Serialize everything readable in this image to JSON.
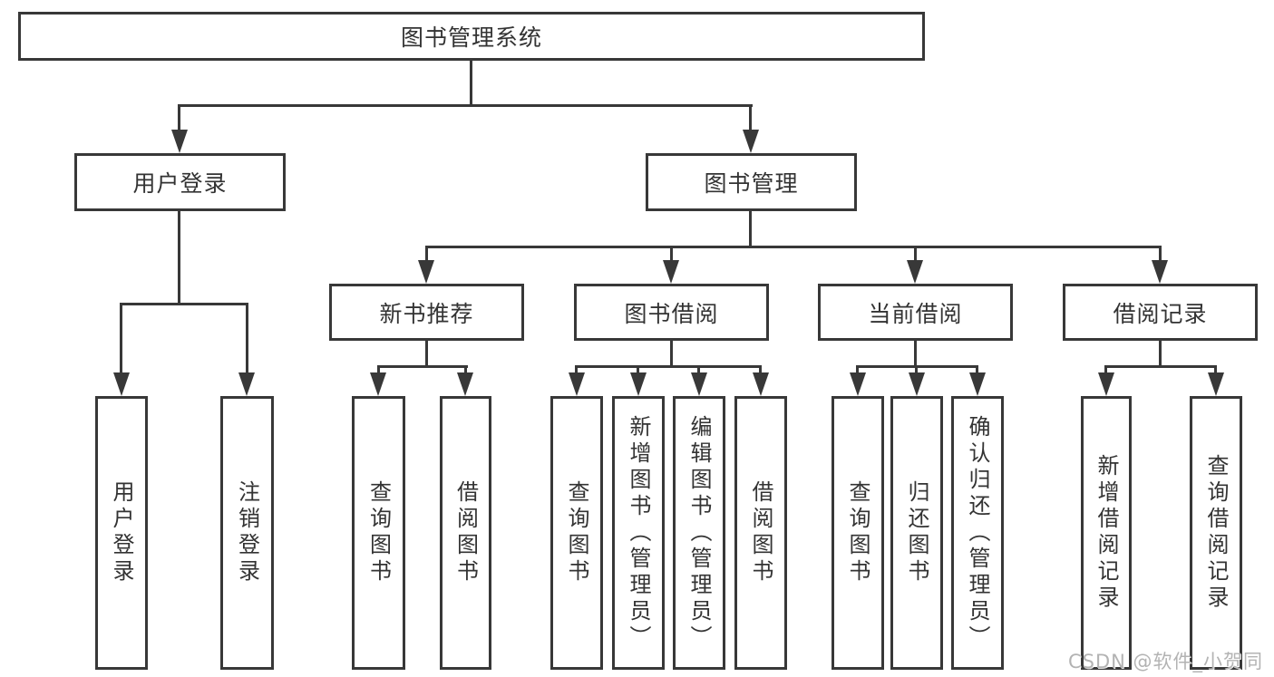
{
  "nodes": {
    "root": "图书管理系统",
    "userLogin": "用户登录",
    "bookMgmt": "图书管理",
    "newBook": "新书推荐",
    "bookBorrow": "图书借阅",
    "currentBorrow": "当前借阅",
    "borrowRecord": "借阅记录"
  },
  "leaves": [
    "用户登录",
    "注销登录",
    "查询图书",
    "借阅图书",
    "查询图书",
    "新增图书（管理员）",
    "编辑图书（管理员）",
    "借阅图书",
    "查询图书",
    "归还图书",
    "确认归还（管理员）",
    "新增借阅记录",
    "查询借阅记录"
  ],
  "hierarchy": {
    "图书管理系统": {
      "用户登录": [
        "用户登录",
        "注销登录"
      ],
      "图书管理": {
        "新书推荐": [
          "查询图书",
          "借阅图书"
        ],
        "图书借阅": [
          "查询图书",
          "新增图书（管理员）",
          "编辑图书（管理员）",
          "借阅图书"
        ],
        "当前借阅": [
          "查询图书",
          "归还图书",
          "确认归还（管理员）"
        ],
        "借阅记录": [
          "新增借阅记录",
          "查询借阅记录"
        ]
      }
    }
  },
  "watermark": "CSDN @软件_小贺同学",
  "colors": {
    "line": "#383838",
    "text": "#333333",
    "background": "#ffffff",
    "watermark": "#b3b3b3"
  }
}
